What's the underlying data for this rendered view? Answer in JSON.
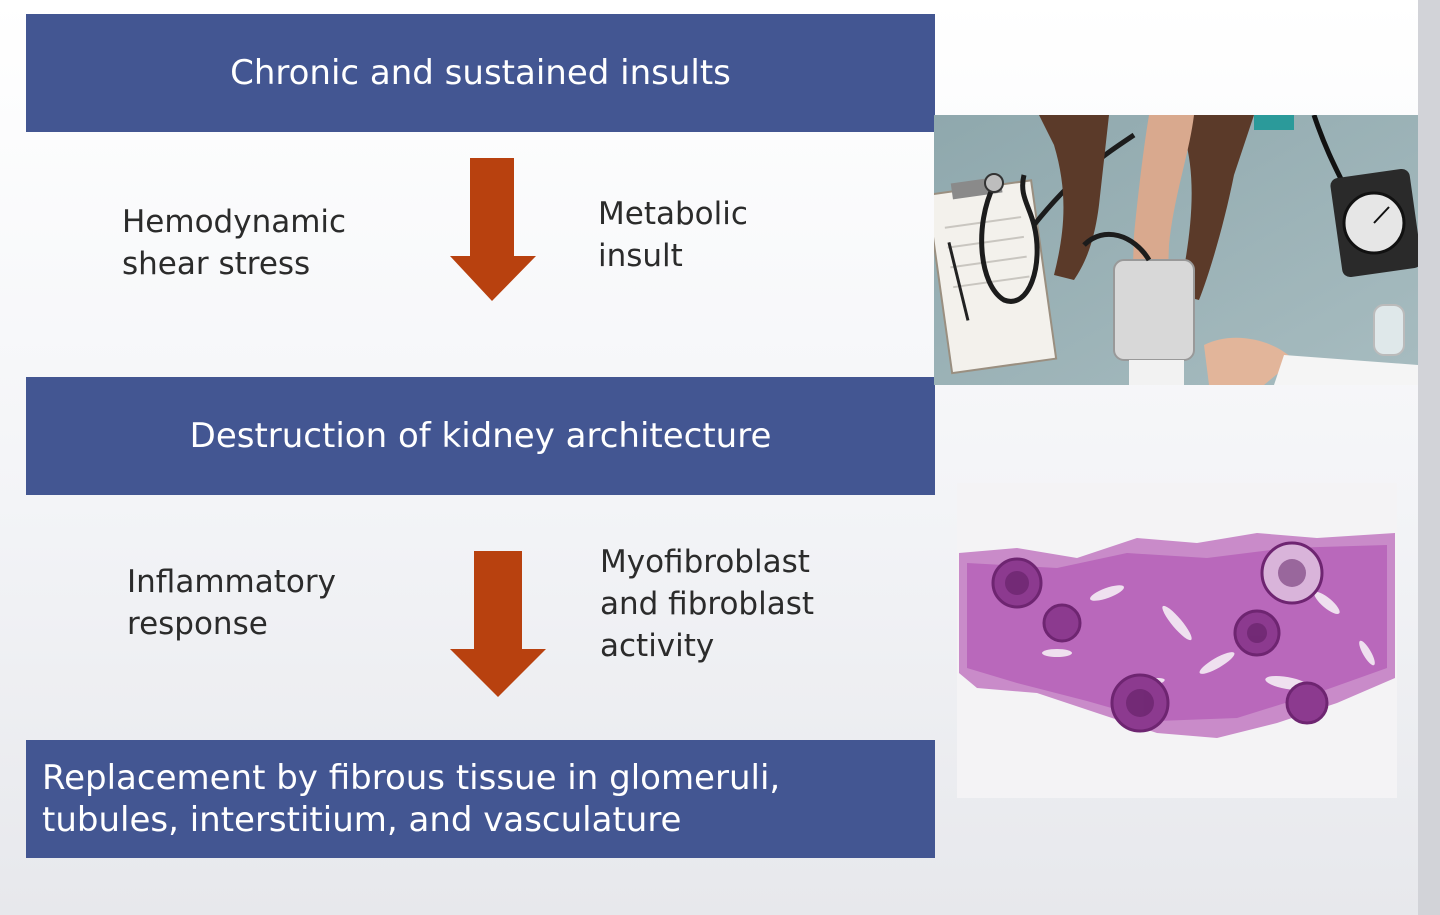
{
  "flow": {
    "step1": "Chronic and sustained insults",
    "step1_left_line1": "Hemodynamic",
    "step1_left_line2": "shear stress",
    "step1_right_line1": "Metabolic",
    "step1_right_line2": "insult",
    "step2": "Destruction of kidney architecture",
    "step2_left_line1": "Inflammatory",
    "step2_left_line2": "response",
    "step2_right_line1": "Myofibroblast",
    "step2_right_line2": "and fibroblast",
    "step2_right_line3": "activity",
    "step3_line1": "Replacement by fibrous tissue in glomeruli,",
    "step3_line2": "tubules, interstitium, and vasculature"
  },
  "colors": {
    "box": "#435692",
    "arrow": "#b8410f",
    "tissue": "#b35cb5"
  },
  "images": {
    "top": "blood-pressure-measurement-photo",
    "bottom": "kidney-histology-micrograph"
  }
}
